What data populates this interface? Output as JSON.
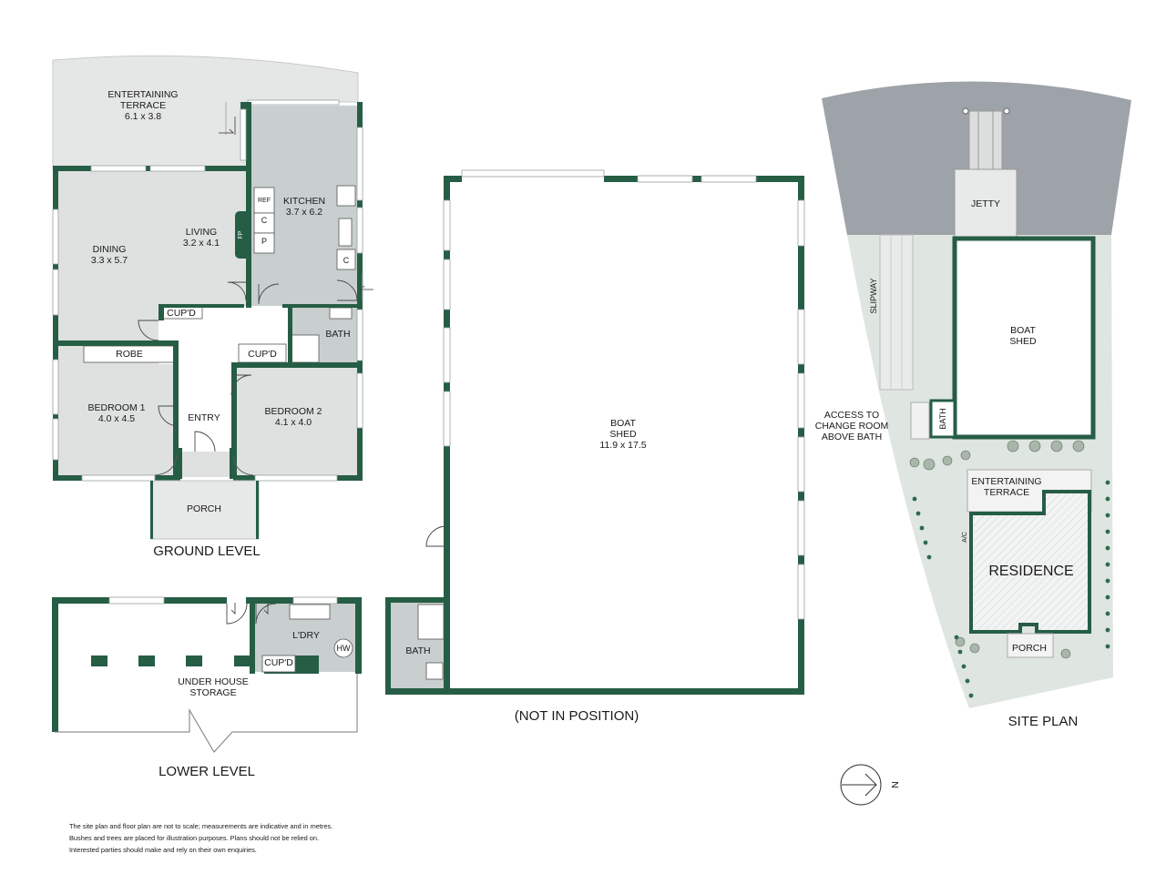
{
  "ground_level": {
    "title": "GROUND LEVEL",
    "rooms": {
      "terrace_name": "ENTERTAINING",
      "terrace_name2": "TERRACE",
      "terrace_dims": "6.1 x 3.8",
      "kitchen_name": "KITCHEN",
      "kitchen_dims": "3.7 x 6.2",
      "living_name": "LIVING",
      "living_dims": "3.2 x 4.1",
      "dining_name": "DINING",
      "dining_dims": "3.3 x 5.7",
      "cupd1": "CUP'D",
      "cupd2": "CUP'D",
      "robe": "ROBE",
      "bath": "BATH",
      "bed1_name": "BEDROOM 1",
      "bed1_dims": "4.0 x 4.5",
      "bed2_name": "BEDROOM 2",
      "bed2_dims": "4.1 x 4.0",
      "entry": "ENTRY",
      "porch": "PORCH",
      "ref": "REF",
      "c1": "C",
      "c2": "C",
      "p": "P",
      "fp": "FP"
    }
  },
  "lower_level": {
    "title": "LOWER LEVEL",
    "laundry": "L'DRY",
    "hw": "HW",
    "cupd": "CUP'D",
    "storage_name": "UNDER HOUSE",
    "storage_name2": "STORAGE"
  },
  "boat_shed": {
    "name": "BOAT",
    "name2": "SHED",
    "dims": "11.9 x 17.5",
    "bath": "BATH",
    "note": "(NOT IN POSITION)"
  },
  "site_plan": {
    "title": "SITE PLAN",
    "jetty": "JETTY",
    "slipway": "SLIPWAY",
    "boat_shed": "BOAT",
    "boat_shed2": "SHED",
    "bath": "BATH",
    "access_line1": "ACCESS TO",
    "access_line2": "CHANGE ROOM",
    "access_line3": "ABOVE BATH",
    "terrace_line1": "ENTERTAINING",
    "terrace_line2": "TERRACE",
    "residence": "RESIDENCE",
    "porch": "PORCH",
    "ac": "A/C"
  },
  "compass": {
    "north": "N"
  },
  "disclaimer": {
    "line1": "The site plan and floor plan are not to scale; measurements are indicative and in metres.",
    "line2": "Bushes and trees are placed for illustration purposes. Plans should not be relied on.",
    "line3": "Interested parties should make and rely on their own enquiries."
  },
  "colors": {
    "wall": "#265d45",
    "room_fill": "#dfe1e1",
    "water": "#9ea3a9",
    "lawn": "#dfe5e0"
  }
}
